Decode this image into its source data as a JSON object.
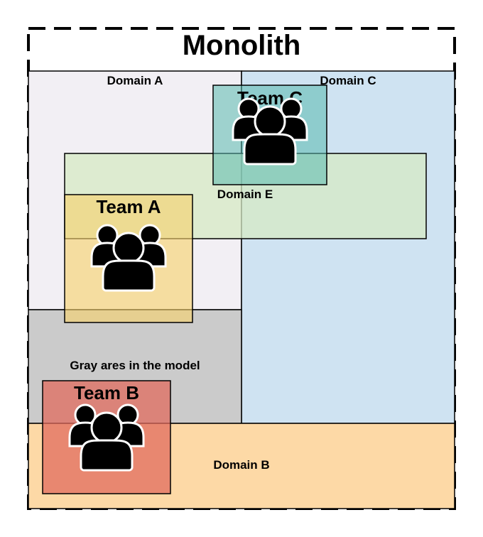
{
  "title": "Monolith",
  "domains": {
    "a": {
      "label": "Domain A",
      "color": "#f2eff4"
    },
    "c": {
      "label": "Domain C",
      "color": "#cfe3f2"
    },
    "e": {
      "label": "Domain E",
      "color": "#d5eac4"
    },
    "gray": {
      "label": "Gray ares in the model",
      "color": "#cbcbcb"
    },
    "b": {
      "label": "Domain B",
      "color": "#fdd9a6"
    }
  },
  "teams": {
    "a": {
      "label": "Team A",
      "color": "#f7d26c",
      "icon": "team-people-icon"
    },
    "b": {
      "label": "Team B",
      "color": "#e06b5d",
      "icon": "team-people-icon"
    },
    "c": {
      "label": "Team C",
      "color": "#5ab9af",
      "icon": "team-people-icon"
    }
  }
}
